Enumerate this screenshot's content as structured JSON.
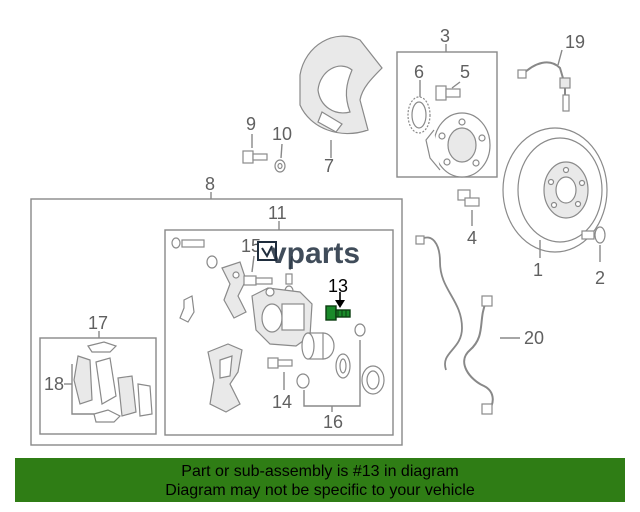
{
  "watermark": "vparts",
  "highlighted_part": "13",
  "callouts": {
    "c1": "1",
    "c2": "2",
    "c3": "3",
    "c4": "4",
    "c5": "5",
    "c6": "6",
    "c7": "7",
    "c8": "8",
    "c9": "9",
    "c10": "10",
    "c11": "11",
    "c13": "13",
    "c14": "14",
    "c15": "15",
    "c16": "16",
    "c17": "17",
    "c18": "18",
    "c19": "19",
    "c20": "20"
  },
  "banner": {
    "line1": "Part or sub-assembly is #13 in diagram",
    "line2": "Diagram may not be specific to your vehicle"
  },
  "colors": {
    "banner_bg": "#2f7d15",
    "highlight": "#1a8a2a"
  }
}
